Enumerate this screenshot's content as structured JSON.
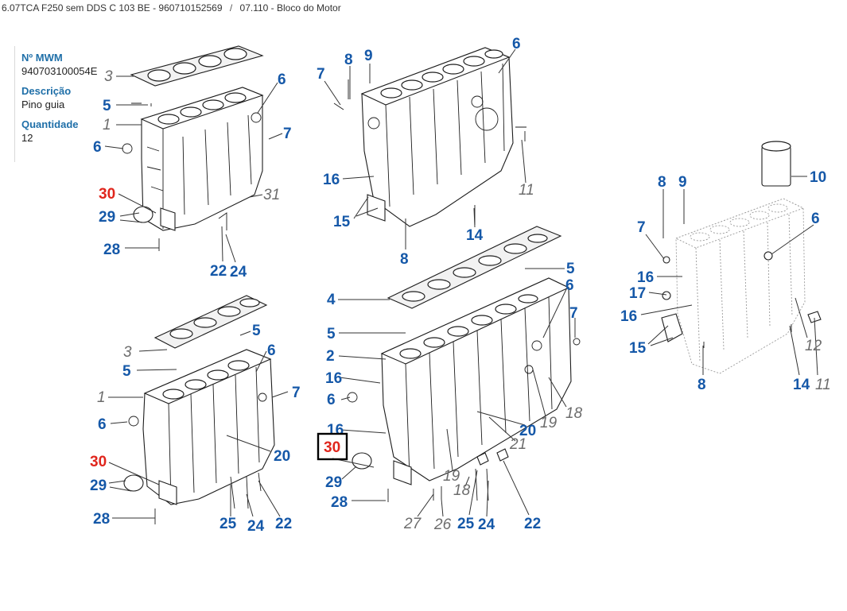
{
  "breadcrumb": {
    "model": "6.07TCA F250 sem DDS C 103 BE - 960710152569",
    "separator": "/",
    "section": "07.110 - Bloco do Motor"
  },
  "part_info": {
    "number_label": "Nº MWM",
    "number_value": "940703100054E",
    "description_label": "Descrição",
    "description_value": "Pino guia",
    "quantity_label": "Quantidade",
    "quantity_value": "12"
  },
  "selected_callout": "30",
  "colors": {
    "callout": "#1558a8",
    "highlight": "#e0261d",
    "muted": "#6c6c6c",
    "info_label": "#1f6fa8"
  },
  "callouts": {
    "topleft": [
      "3",
      "5",
      "1",
      "6",
      "6",
      "7",
      "30",
      "29",
      "31",
      "28",
      "22",
      "24"
    ],
    "topcenter": [
      "7",
      "8",
      "9",
      "6",
      "16",
      "11",
      "15",
      "14",
      "8"
    ],
    "right": [
      "8",
      "9",
      "10",
      "6",
      "7",
      "16",
      "17",
      "16",
      "15",
      "12",
      "8",
      "14",
      "11"
    ],
    "bottomleft": [
      "5",
      "3",
      "5",
      "6",
      "1",
      "7",
      "6",
      "30",
      "20",
      "29",
      "28",
      "25",
      "24",
      "22"
    ],
    "bottomcenter": [
      "4",
      "5",
      "6",
      "5",
      "7",
      "2",
      "16",
      "6",
      "19",
      "18",
      "16",
      "30",
      "20",
      "21",
      "29",
      "19",
      "18",
      "28",
      "27",
      "26",
      "25",
      "24",
      "22"
    ]
  }
}
